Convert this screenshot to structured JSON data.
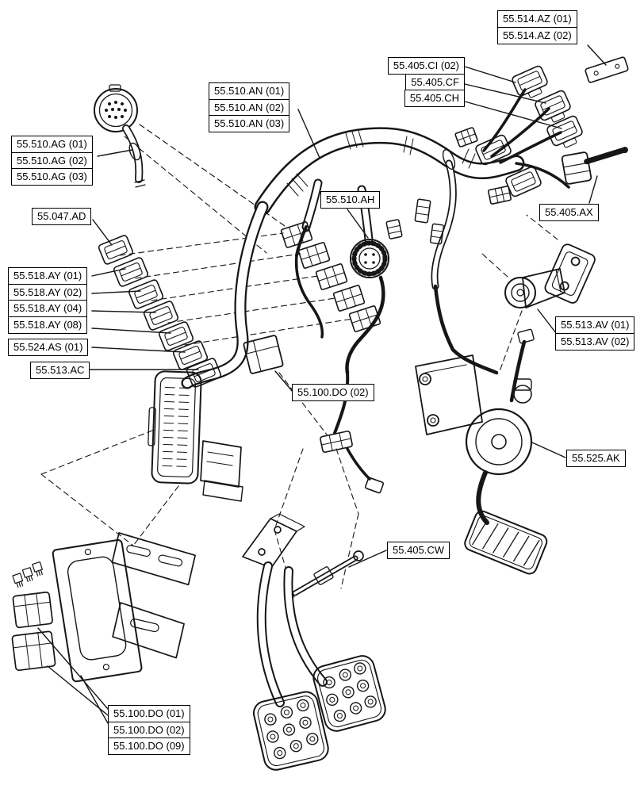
{
  "page": {
    "background": "#ffffff",
    "line_color": "#161616",
    "label_border_color": "#000000"
  },
  "labels": {
    "az": [
      "55.514.AZ (01)",
      "55.514.AZ (02)"
    ],
    "ci": [
      "55.405.CI (02)"
    ],
    "cf": [
      "55.405.CF"
    ],
    "ch": [
      "55.405.CH"
    ],
    "an": [
      "55.510.AN (01)",
      "55.510.AN (02)",
      "55.510.AN (03)"
    ],
    "ag": [
      "55.510.AG (01)",
      "55.510.AG (02)",
      "55.510.AG (03)"
    ],
    "ad": [
      "55.047.AD"
    ],
    "ah": [
      "55.510.AH"
    ],
    "ax": [
      "55.405.AX"
    ],
    "ay": [
      "55.518.AY (01)",
      "55.518.AY (02)",
      "55.518.AY (04)",
      "55.518.AY (08)"
    ],
    "as_": [
      "55.524.AS (01)"
    ],
    "ac": [
      "55.513.AC"
    ],
    "av": [
      "55.513.AV (01)",
      "55.513.AV (02)"
    ],
    "do_mid": [
      "55.100.DO (02)"
    ],
    "ak": [
      "55.525.AK"
    ],
    "cw": [
      "55.405.CW"
    ],
    "do_bottom": [
      "55.100.DO (01)",
      "55.100.DO (02)",
      "55.100.DO (09)"
    ]
  }
}
